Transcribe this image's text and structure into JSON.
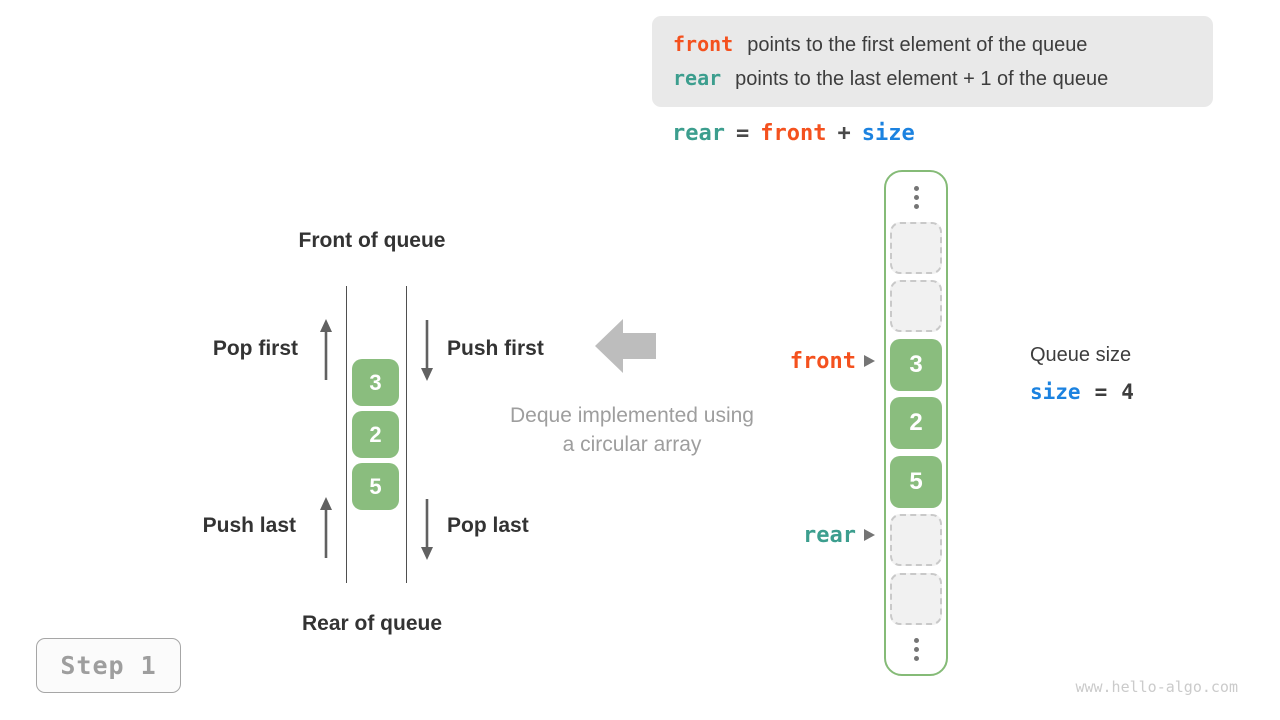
{
  "info_box": {
    "lines": [
      {
        "keyword": "front",
        "text": "points to the first element of the queue"
      },
      {
        "keyword": "rear",
        "text": "points to the last element + 1 of the queue"
      }
    ]
  },
  "formula": {
    "rear": "rear",
    "eq": "=",
    "front": "front",
    "plus": "+",
    "size": "size"
  },
  "deque": {
    "front_title": "Front of queue",
    "rear_title": "Rear of queue",
    "pop_first": "Pop first",
    "push_first": "Push first",
    "push_last": "Push last",
    "pop_last": "Pop last",
    "values": [
      "3",
      "2",
      "5"
    ]
  },
  "caption": {
    "line1": "Deque implemented using",
    "line2": "a circular array"
  },
  "array": {
    "front_pointer": "front",
    "rear_pointer": "rear",
    "cells": [
      {
        "type": "empty",
        "value": ""
      },
      {
        "type": "empty",
        "value": ""
      },
      {
        "type": "value",
        "value": "3"
      },
      {
        "type": "value",
        "value": "2"
      },
      {
        "type": "value",
        "value": "5"
      },
      {
        "type": "empty",
        "value": ""
      },
      {
        "type": "empty",
        "value": ""
      }
    ]
  },
  "queue_size": {
    "title": "Queue size",
    "variable": "size",
    "eq": "=",
    "value": "4"
  },
  "step_badge": "Step 1",
  "footer": "www.hello-algo.com",
  "colors": {
    "front_accent": "#f4511e",
    "rear_accent": "#3c9e8e",
    "size_accent": "#1b82e0",
    "cell_green": "#8abd7e",
    "array_border": "#85bb77",
    "info_box_bg": "#e9e9e9",
    "muted_gray": "#9e9e9e"
  }
}
